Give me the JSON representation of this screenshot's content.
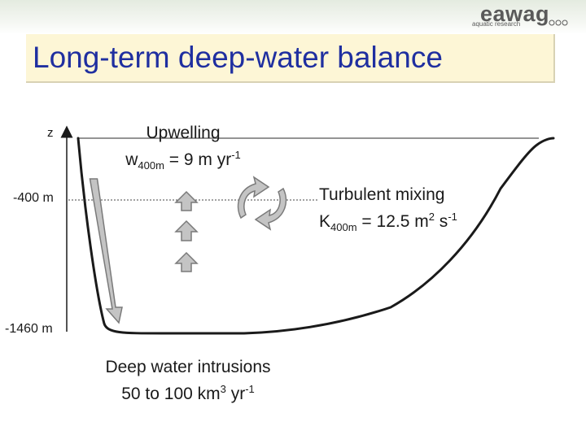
{
  "logo": {
    "word": "eawag",
    "tagline": "aquatic research"
  },
  "title": "Long-term deep-water balance",
  "axis": {
    "z_label": "z",
    "depth_400": "-400 m",
    "depth_1460": "-1460 m"
  },
  "upwelling": {
    "label": "Upwelling",
    "var": "w",
    "sub": "400m",
    "value": " = 9 m yr",
    "exp": "-1"
  },
  "mixing": {
    "label": "Turbulent mixing",
    "var": "K",
    "sub": "400m",
    "value": " = 12.5 m",
    "exp1": "2",
    "unit2": " s",
    "exp2": "-1"
  },
  "intrusions": {
    "label": "Deep water intrusions",
    "value": "50 to 100 km",
    "exp1": "3",
    "unit2": " yr",
    "exp2": "-1"
  },
  "colors": {
    "title": "#1f2fa0",
    "title_box": "#fdf6d6",
    "arrow_fill": "#c4c4c4",
    "arrow_stroke": "#7a7a7a",
    "basin_line": "#1a1a1a"
  }
}
